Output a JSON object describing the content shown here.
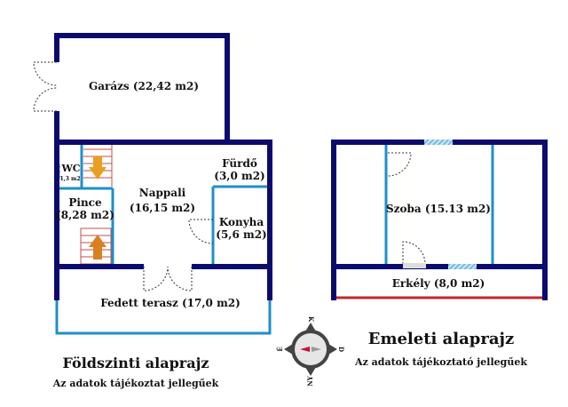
{
  "colors": {
    "wall": "#0b0b6e",
    "inner_wall": "#1e8fc8",
    "balcony_rail": "#c0282a",
    "stairs": "#c0504d",
    "arrow": "#e8a020"
  },
  "ground_floor": {
    "title": "Földszinti alaprajz",
    "subtitle": "Az adatok tájékoztat jellegűek",
    "rooms": {
      "garage": "Garázs (22,42 m2)",
      "wc_name": "WC",
      "wc_area": "1,3 m2",
      "bath_name": "Fürdő",
      "bath_area": "(3,0 m2)",
      "living_name": "Nappali",
      "living_area": "(16,15 m2)",
      "cellar_name": "Pince",
      "cellar_area": "(8,28 m2)",
      "kitchen_name": "Konyha",
      "kitchen_area": "(5,6 m2)",
      "terrace": "Fedett terasz (17,0 m2)"
    }
  },
  "upper_floor": {
    "title": "Emeleti alaprajz",
    "subtitle": "Az adatok tájékoztató jellegűek",
    "rooms": {
      "room": "Szoba (15.13 m2)",
      "balcony": "Erkély (8,0 m2)"
    }
  },
  "compass": {
    "north": "K",
    "east": "D",
    "south": "NY",
    "west": "É"
  }
}
